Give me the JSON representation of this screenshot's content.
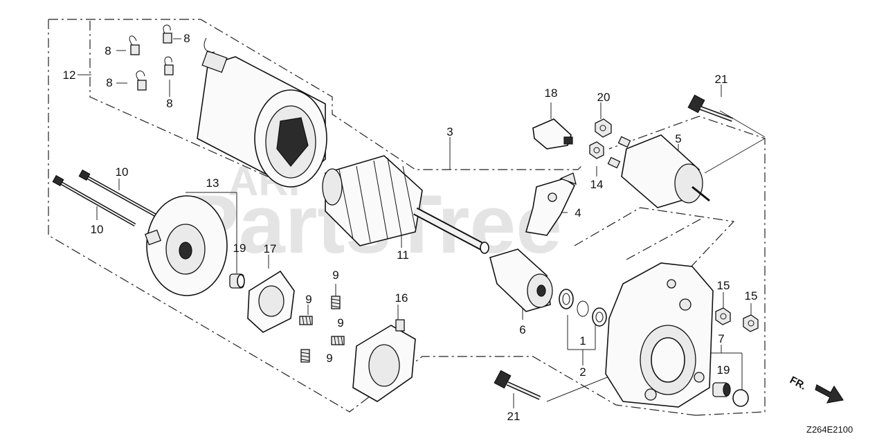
{
  "watermark": {
    "top": "ARI",
    "main": "PartsTree"
  },
  "diagram_code": "Z264E2100",
  "direction_label": "FR.",
  "callouts": {
    "c1": "1",
    "c2": "2",
    "c3": "3",
    "c4": "4",
    "c5": "5",
    "c6": "6",
    "c7": "7",
    "c8a": "8",
    "c8b": "8",
    "c8c": "8",
    "c8d": "8",
    "c9a": "9",
    "c9b": "9",
    "c9c": "9",
    "c9d": "9",
    "c10a": "10",
    "c10b": "10",
    "c11": "11",
    "c12": "12",
    "c13": "13",
    "c14": "14",
    "c15a": "15",
    "c15b": "15",
    "c16": "16",
    "c17": "17",
    "c18": "18",
    "c19a": "19",
    "c19b": "19",
    "c20": "20",
    "c21a": "21",
    "c21b": "21"
  }
}
